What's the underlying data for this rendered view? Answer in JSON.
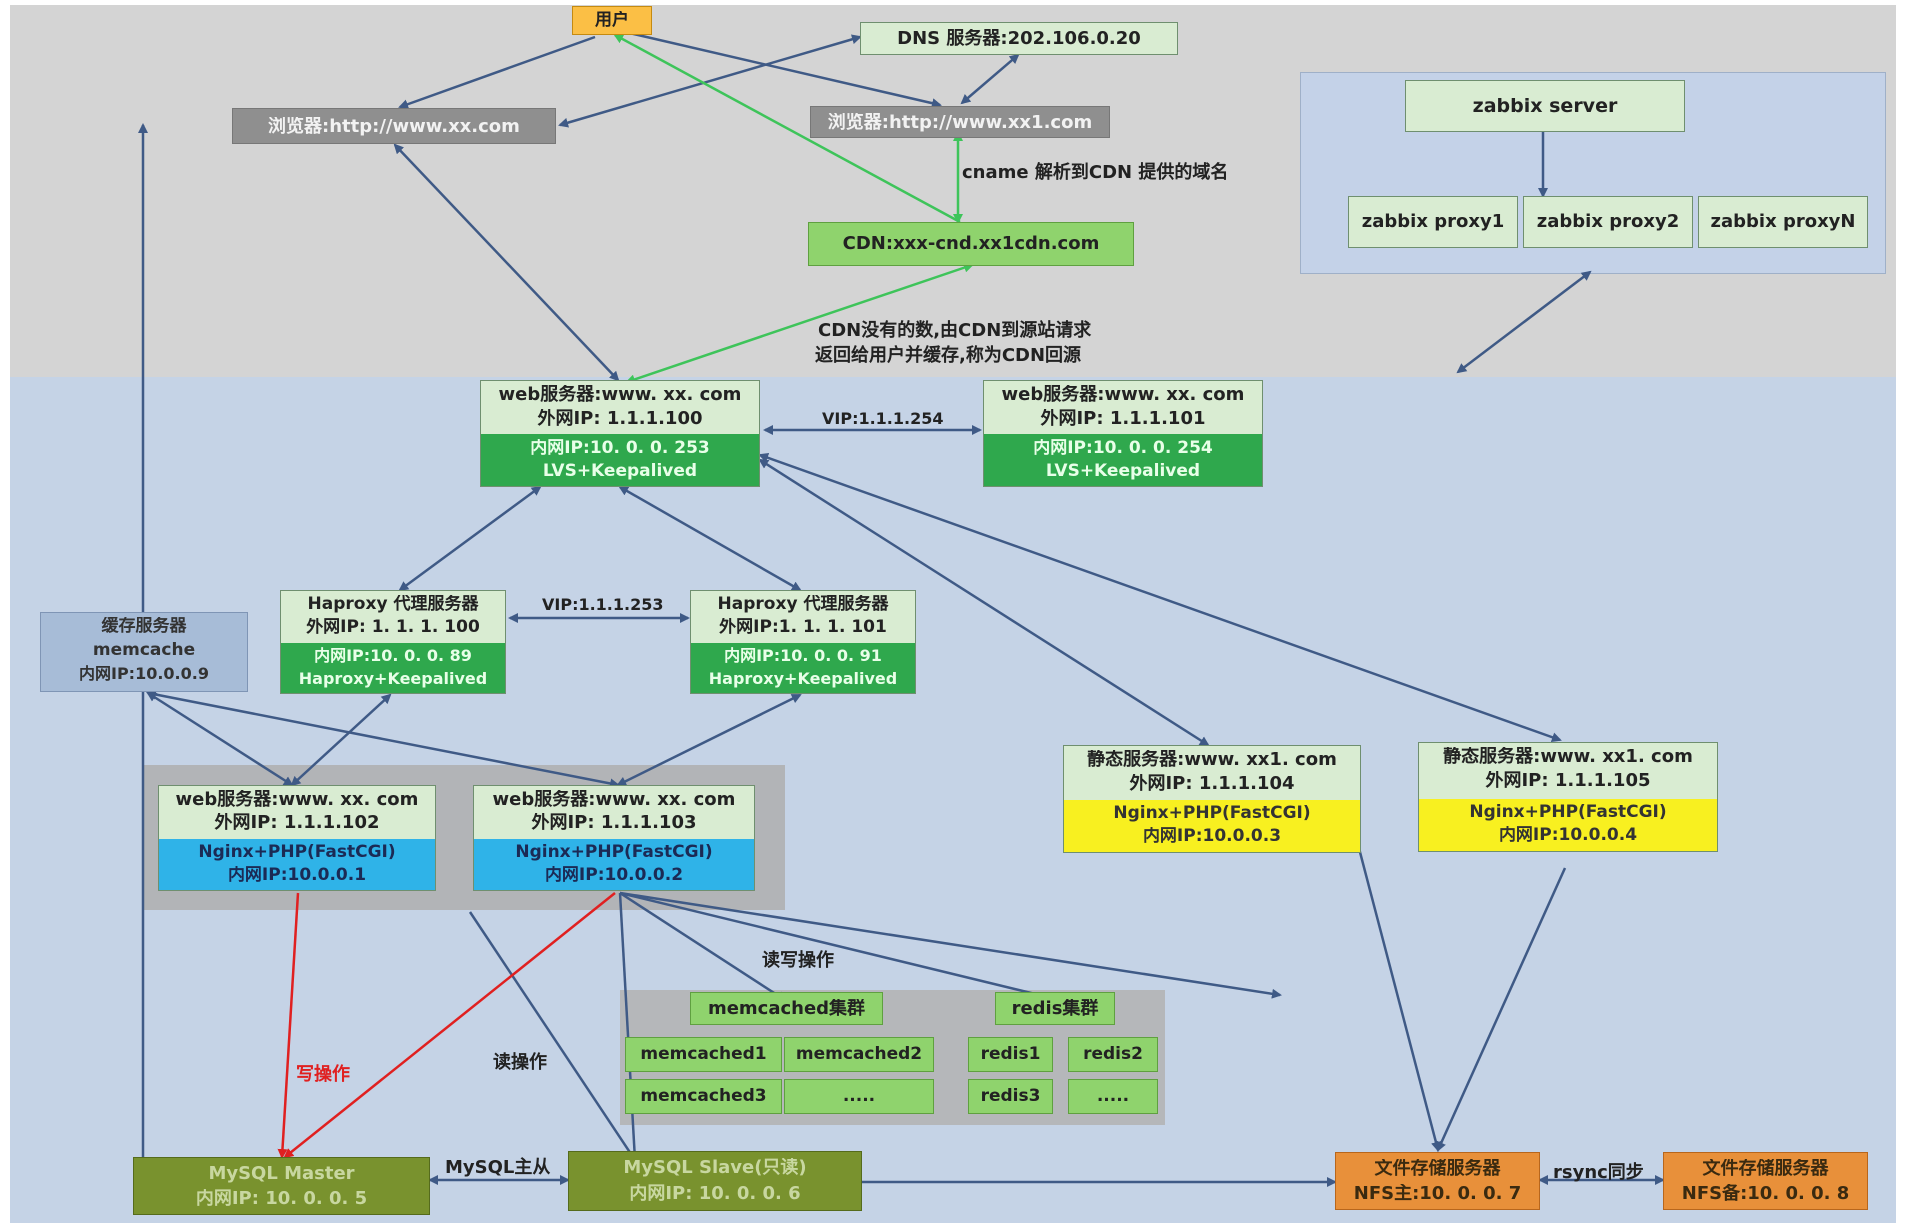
{
  "colors": {
    "top_bg": "#d4d4d4",
    "bottom_bg": "#c5d3e6",
    "zabbix_bg": "#c4d2e8",
    "light_green": "#d9ecd2",
    "dark_green": "#2fa84d",
    "blue_cell": "#2fb3e8",
    "yellow_cell": "#f8f020",
    "mysql_green": "#79922e",
    "orange": "#e8903a",
    "gray_box": "#8f8f8f",
    "cache_box": "#a7bcd7",
    "user_orange": "#fbbf45",
    "arrow_blue": "#3f5a86",
    "arrow_green": "#3ec45a",
    "arrow_red": "#e02020"
  },
  "nodes": {
    "user": "用户",
    "dns": "DNS 服务器:202.106.0.20",
    "browser1": "浏览器:http://www.xx.com",
    "browser2": "浏览器:http://www.xx1.com",
    "cdn": "CDN:xxx-cnd.xx1cdn.com",
    "web_lvs1": [
      "web服务器:www. xx. com",
      "外网IP: 1.1.1.100",
      "内网IP:10. 0. 0. 253",
      "LVS+Keepalived"
    ],
    "web_lvs2": [
      "web服务器:www. xx. com",
      "外网IP: 1.1.1.101",
      "内网IP:10. 0. 0. 254",
      "LVS+Keepalived"
    ],
    "haproxy1": [
      "Haproxy 代理服务器",
      "外网IP: 1. 1. 1. 100",
      "内网IP:10. 0. 0. 89",
      "Haproxy+Keepalived"
    ],
    "haproxy2": [
      "Haproxy 代理服务器",
      "外网IP:1. 1. 1. 101",
      "内网IP:10. 0. 0. 91",
      "Haproxy+Keepalived"
    ],
    "cache": [
      "缓存服务器",
      "memcache",
      "内网IP:10.0.0.9"
    ],
    "web_nginx1": [
      "web服务器:www. xx. com",
      "外网IP: 1.1.1.102",
      "Nginx+PHP(FastCGI)",
      "内网IP:10.0.0.1"
    ],
    "web_nginx2": [
      "web服务器:www. xx. com",
      "外网IP: 1.1.1.103",
      "Nginx+PHP(FastCGI)",
      "内网IP:10.0.0.2"
    ],
    "static1": [
      "静态服务器:www. xx1. com",
      "外网IP: 1.1.1.104",
      "Nginx+PHP(FastCGI)",
      "内网IP:10.0.0.3"
    ],
    "static2": [
      "静态服务器:www. xx1. com",
      "外网IP: 1.1.1.105",
      "Nginx+PHP(FastCGI)",
      "内网IP:10.0.0.4"
    ],
    "memcached_cluster": "memcached集群",
    "redis_cluster": "redis集群",
    "memcached1": "memcached1",
    "memcached2": "memcached2",
    "memcached3": "memcached3",
    "memcached_more": ".....",
    "redis1": "redis1",
    "redis2": "redis2",
    "redis3": "redis3",
    "redis_more": ".....",
    "mysql_master": [
      "MySQL Master",
      "内网IP: 10. 0. 0. 5"
    ],
    "mysql_slave": [
      "MySQL Slave(只读)",
      "内网IP: 10. 0. 0. 6"
    ],
    "nfs_master": [
      "文件存储服务器",
      "NFS主:10. 0. 0. 7"
    ],
    "nfs_backup": [
      "文件存储服务器",
      "NFS备:10. 0. 0. 8"
    ],
    "zabbix_server": "zabbix server",
    "zabbix_proxy1": "zabbix proxy1",
    "zabbix_proxy2": "zabbix proxy2",
    "zabbix_proxyN": "zabbix proxyN"
  },
  "labels": {
    "cname": "cname 解析到CDN 提供的域名",
    "cdn_note_1": "CDN没有的数,由CDN到源站请求",
    "cdn_note_2": "返回给用户并缓存,称为CDN回源",
    "vip_lvs": "VIP:1.1.1.254",
    "vip_haproxy": "VIP:1.1.1.253",
    "rw_op": "读写操作",
    "write_op": "写操作",
    "read_op": "读操作",
    "mysql_ms": "MySQL主从",
    "rsync": "rsync同步"
  }
}
